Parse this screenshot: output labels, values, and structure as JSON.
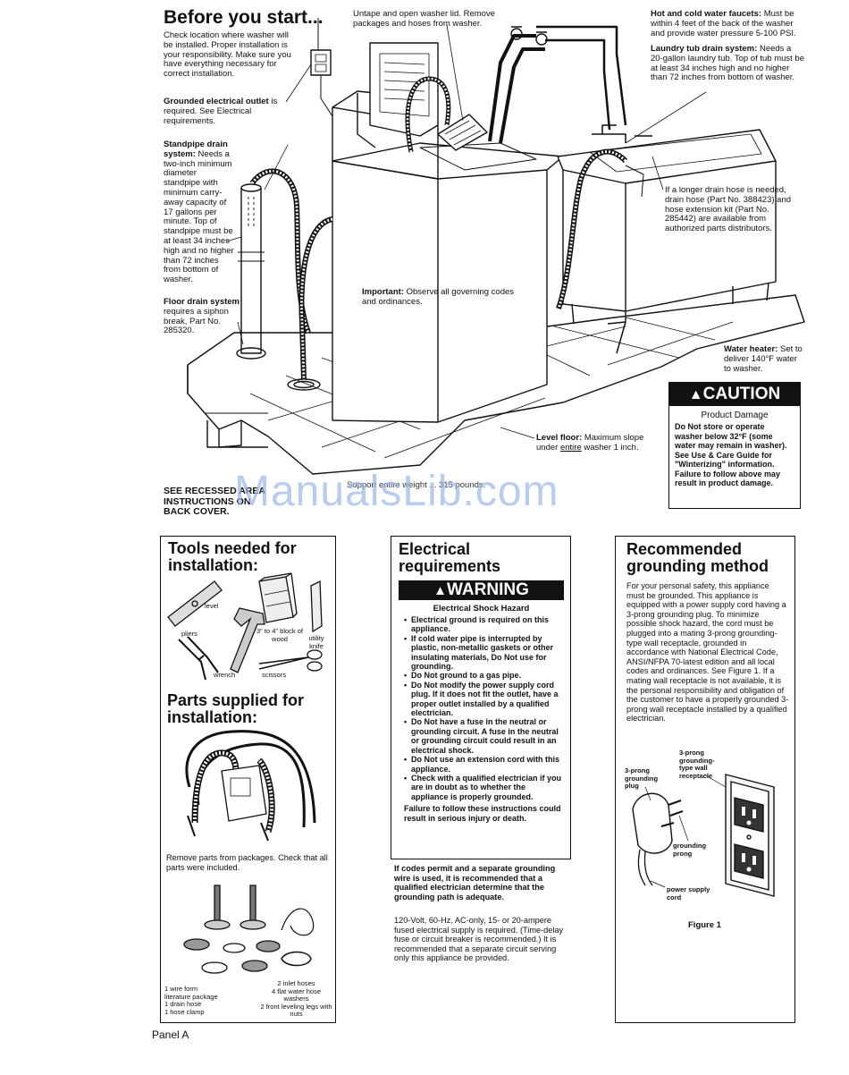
{
  "before": {
    "title": "Before you start...",
    "check_text": "Check location where washer will be installed. Proper installation is your responsibility. Make sure you have everything necessary for correct installation.",
    "outlet_bold": "Grounded electrical outlet",
    "outlet_text": " is required. See Electrical requirements.",
    "standpipe_bold": "Standpipe drain system:",
    "standpipe_text": " Needs a two-inch minimum diameter standpipe with minimum carry-away capacity of 17 gallons per minute. Top of standpipe must be at least 34 inches high and no higher than 72 inches from bottom of washer.",
    "floor_bold": "Floor drain system",
    "floor_text": " requires a siphon break, Part No. 285320.",
    "untape_text": "Untape and open washer lid. Remove packages and hoses from washer.",
    "faucets_bold": "Hot and cold water faucets:",
    "faucets_text": " Must be within 4 feet of the back of the washer and provide water pressure 5-100 PSI.",
    "laundry_bold": "Laundry tub drain system:",
    "laundry_text": " Needs a 20-gallon laundry tub. Top of tub must be at least 34 inches high and no higher than 72 inches from bottom of washer.",
    "longer_hose_text": "If a longer drain hose is needed, drain hose (Part No. 388423) and hose extension kit (Part No. 285442) are available from authorized parts distributors.",
    "important_bold": "Important:",
    "important_text": " Observe all governing codes and ordinances.",
    "water_heater_bold": "Water heater:",
    "water_heater_text": " Set to deliver 140°F water to washer.",
    "level_floor_bold": "Level floor:",
    "level_floor_text_a": " Maximum slope under ",
    "level_floor_text_u": "entire",
    "level_floor_text_b": " washer 1 inch.",
    "support_text": "Support entire weight ... 315 pounds.",
    "recessed_text": "SEE RECESSED AREA INSTRUCTIONS ON BACK COVER."
  },
  "caution": {
    "banner": "CAUTION",
    "heading": "Product Damage",
    "lines": [
      "Do Not store or operate washer below 32°F (some water may remain in washer).",
      "See Use & Care Guide for \"Winterizing\" information.",
      "Failure to follow above may result in product damage."
    ]
  },
  "tools": {
    "title_line1": "Tools needed for",
    "title_line2": "installation:",
    "labels": {
      "level": "level",
      "block": "3\" to 4\" block of wood",
      "utility_knife": "utility knife",
      "pliers": "pliers",
      "wrench": "wrench",
      "scissors": "scissors"
    },
    "parts_title_line1": "Parts supplied for",
    "parts_title_line2": "installation:",
    "remove_text": "Remove parts from packages. Check that all parts were included.",
    "parts_left": [
      "1 wire form",
      "literature package",
      "1 drain hose",
      "1 hose clamp"
    ],
    "parts_right": [
      "2 inlet hoses",
      "4 flat water hose washers",
      "2 front leveling legs with nuts"
    ]
  },
  "electrical": {
    "title_line1": "Electrical",
    "title_line2": "requirements",
    "banner": "WARNING",
    "heading": "Electrical Shock Hazard",
    "bullets": [
      "Electrical ground is required on this appliance.",
      "If cold water pipe is interrupted by plastic, non-metallic gaskets or other insulating materials, Do Not use for grounding.",
      "Do Not ground to a gas pipe.",
      "Do Not modify the power supply cord plug. If it does not fit the outlet, have a proper outlet installed by a qualified electrician.",
      "Do Not have a fuse in the neutral or grounding circuit. A fuse in the neutral or grounding circuit could result in an electrical shock.",
      "Do Not use an extension cord with this appliance.",
      "Check with a qualified electrician if you are in doubt as to whether the appliance is properly grounded."
    ],
    "failure": "Failure to follow these instructions could result in serious injury or death.",
    "codes_text": "If codes permit and a separate grounding wire is used, it is recommended that a qualified electrician determine that the grounding path is adequate.",
    "volt_text": "120-Volt, 60-Hz, AC-only, 15- or 20-ampere fused electrical supply is required. (Time-delay fuse or circuit breaker is recommended.) It is recommended that a separate circuit serving only this appliance be provided."
  },
  "grounding": {
    "title_line1": "Recommended",
    "title_line2": "grounding method",
    "text": "For your personal safety, this appliance must be grounded. This appliance is equipped with a power supply cord having a 3-prong grounding plug. To minimize possible shock hazard, the cord must be plugged into a mating 3-prong grounding-type wall receptacle, grounded in accordance with National Electrical Code, ANSI/NFPA 70-latest edition and all local codes and ordinances. See Figure 1. If a mating wall receptacle is not available, it is the personal responsibility and obligation of the customer to have a properly grounded 3-prong wall receptacle installed by a qualified electrician.",
    "labels": {
      "receptacle": "3-prong grounding-type wall receptacle",
      "plug": "3-prong grounding plug",
      "prong": "grounding prong",
      "cord": "power supply cord"
    },
    "figure": "Figure 1"
  },
  "footer": {
    "panel": "Panel A"
  },
  "watermark": "ManualsLib.com"
}
